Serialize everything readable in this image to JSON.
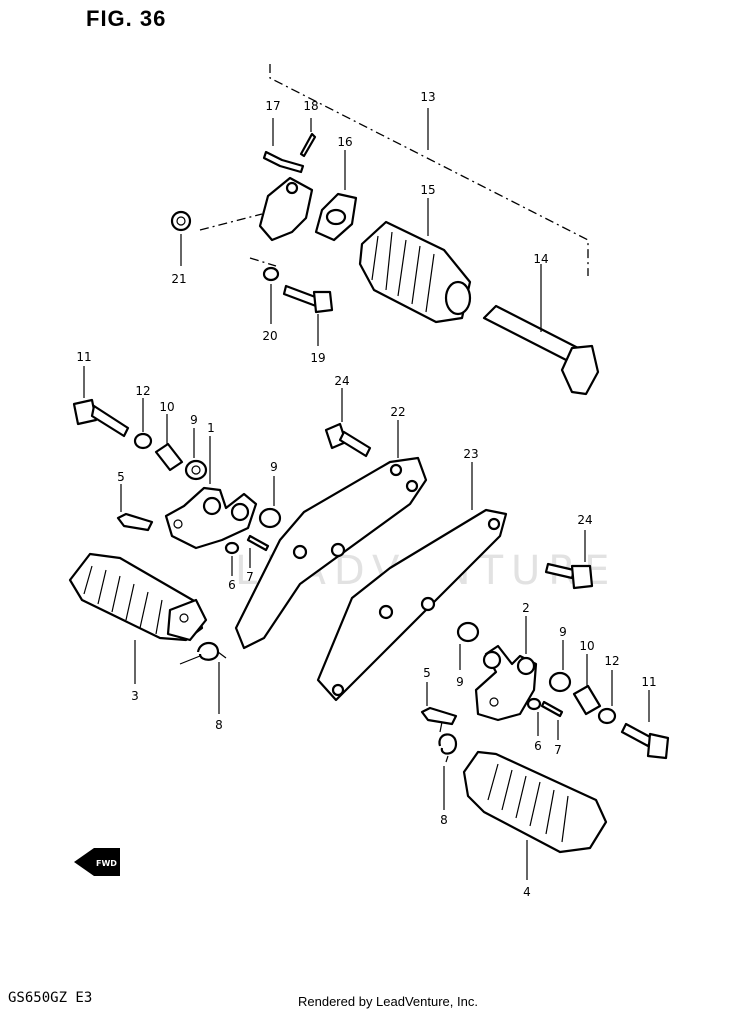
{
  "header": {
    "figure_label": "FIG. 36"
  },
  "footer": {
    "model_code": "GS650GZ  E3",
    "credit": "Rendered by LeadVenture, Inc."
  },
  "watermark": {
    "text": "LEADVENTURE"
  },
  "forward_marker": {
    "label": "FWD"
  },
  "callouts": [
    {
      "id": "c13",
      "text": "13"
    },
    {
      "id": "c17",
      "text": "17"
    },
    {
      "id": "c18",
      "text": "18"
    },
    {
      "id": "c16",
      "text": "16"
    },
    {
      "id": "c15",
      "text": "15"
    },
    {
      "id": "c14",
      "text": "14"
    },
    {
      "id": "c21",
      "text": "21"
    },
    {
      "id": "c20",
      "text": "20"
    },
    {
      "id": "c19",
      "text": "19"
    },
    {
      "id": "c11a",
      "text": "11"
    },
    {
      "id": "c12a",
      "text": "12"
    },
    {
      "id": "c10a",
      "text": "10"
    },
    {
      "id": "c9a",
      "text": "9"
    },
    {
      "id": "c1",
      "text": "1"
    },
    {
      "id": "c24a",
      "text": "24"
    },
    {
      "id": "c22",
      "text": "22"
    },
    {
      "id": "c23",
      "text": "23"
    },
    {
      "id": "c5a",
      "text": "5"
    },
    {
      "id": "c9b",
      "text": "9"
    },
    {
      "id": "c6a",
      "text": "6"
    },
    {
      "id": "c7a",
      "text": "7"
    },
    {
      "id": "c3",
      "text": "3"
    },
    {
      "id": "c8a",
      "text": "8"
    },
    {
      "id": "c24b",
      "text": "24"
    },
    {
      "id": "c2",
      "text": "2"
    },
    {
      "id": "c9c",
      "text": "9"
    },
    {
      "id": "c9d",
      "text": "9"
    },
    {
      "id": "c10b",
      "text": "10"
    },
    {
      "id": "c12b",
      "text": "12"
    },
    {
      "id": "c5b",
      "text": "5"
    },
    {
      "id": "c11b",
      "text": "11"
    },
    {
      "id": "c6b",
      "text": "6"
    },
    {
      "id": "c7b",
      "text": "7"
    },
    {
      "id": "c8b",
      "text": "8"
    },
    {
      "id": "c4",
      "text": "4"
    }
  ]
}
